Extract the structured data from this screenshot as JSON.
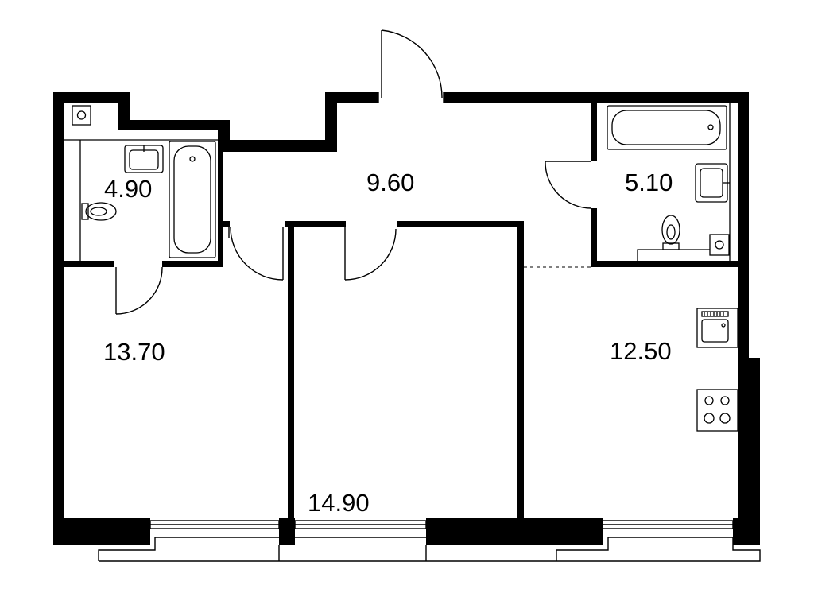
{
  "rooms": [
    {
      "id": "bathroom-1",
      "area": "4.90"
    },
    {
      "id": "hallway",
      "area": "9.60"
    },
    {
      "id": "bathroom-2",
      "area": "5.10"
    },
    {
      "id": "bedroom-1",
      "area": "13.70"
    },
    {
      "id": "kitchen-living",
      "area": "12.50"
    },
    {
      "id": "bedroom-2",
      "area": "14.90"
    }
  ],
  "colors": {
    "wall": "#000000",
    "background": "#ffffff"
  }
}
